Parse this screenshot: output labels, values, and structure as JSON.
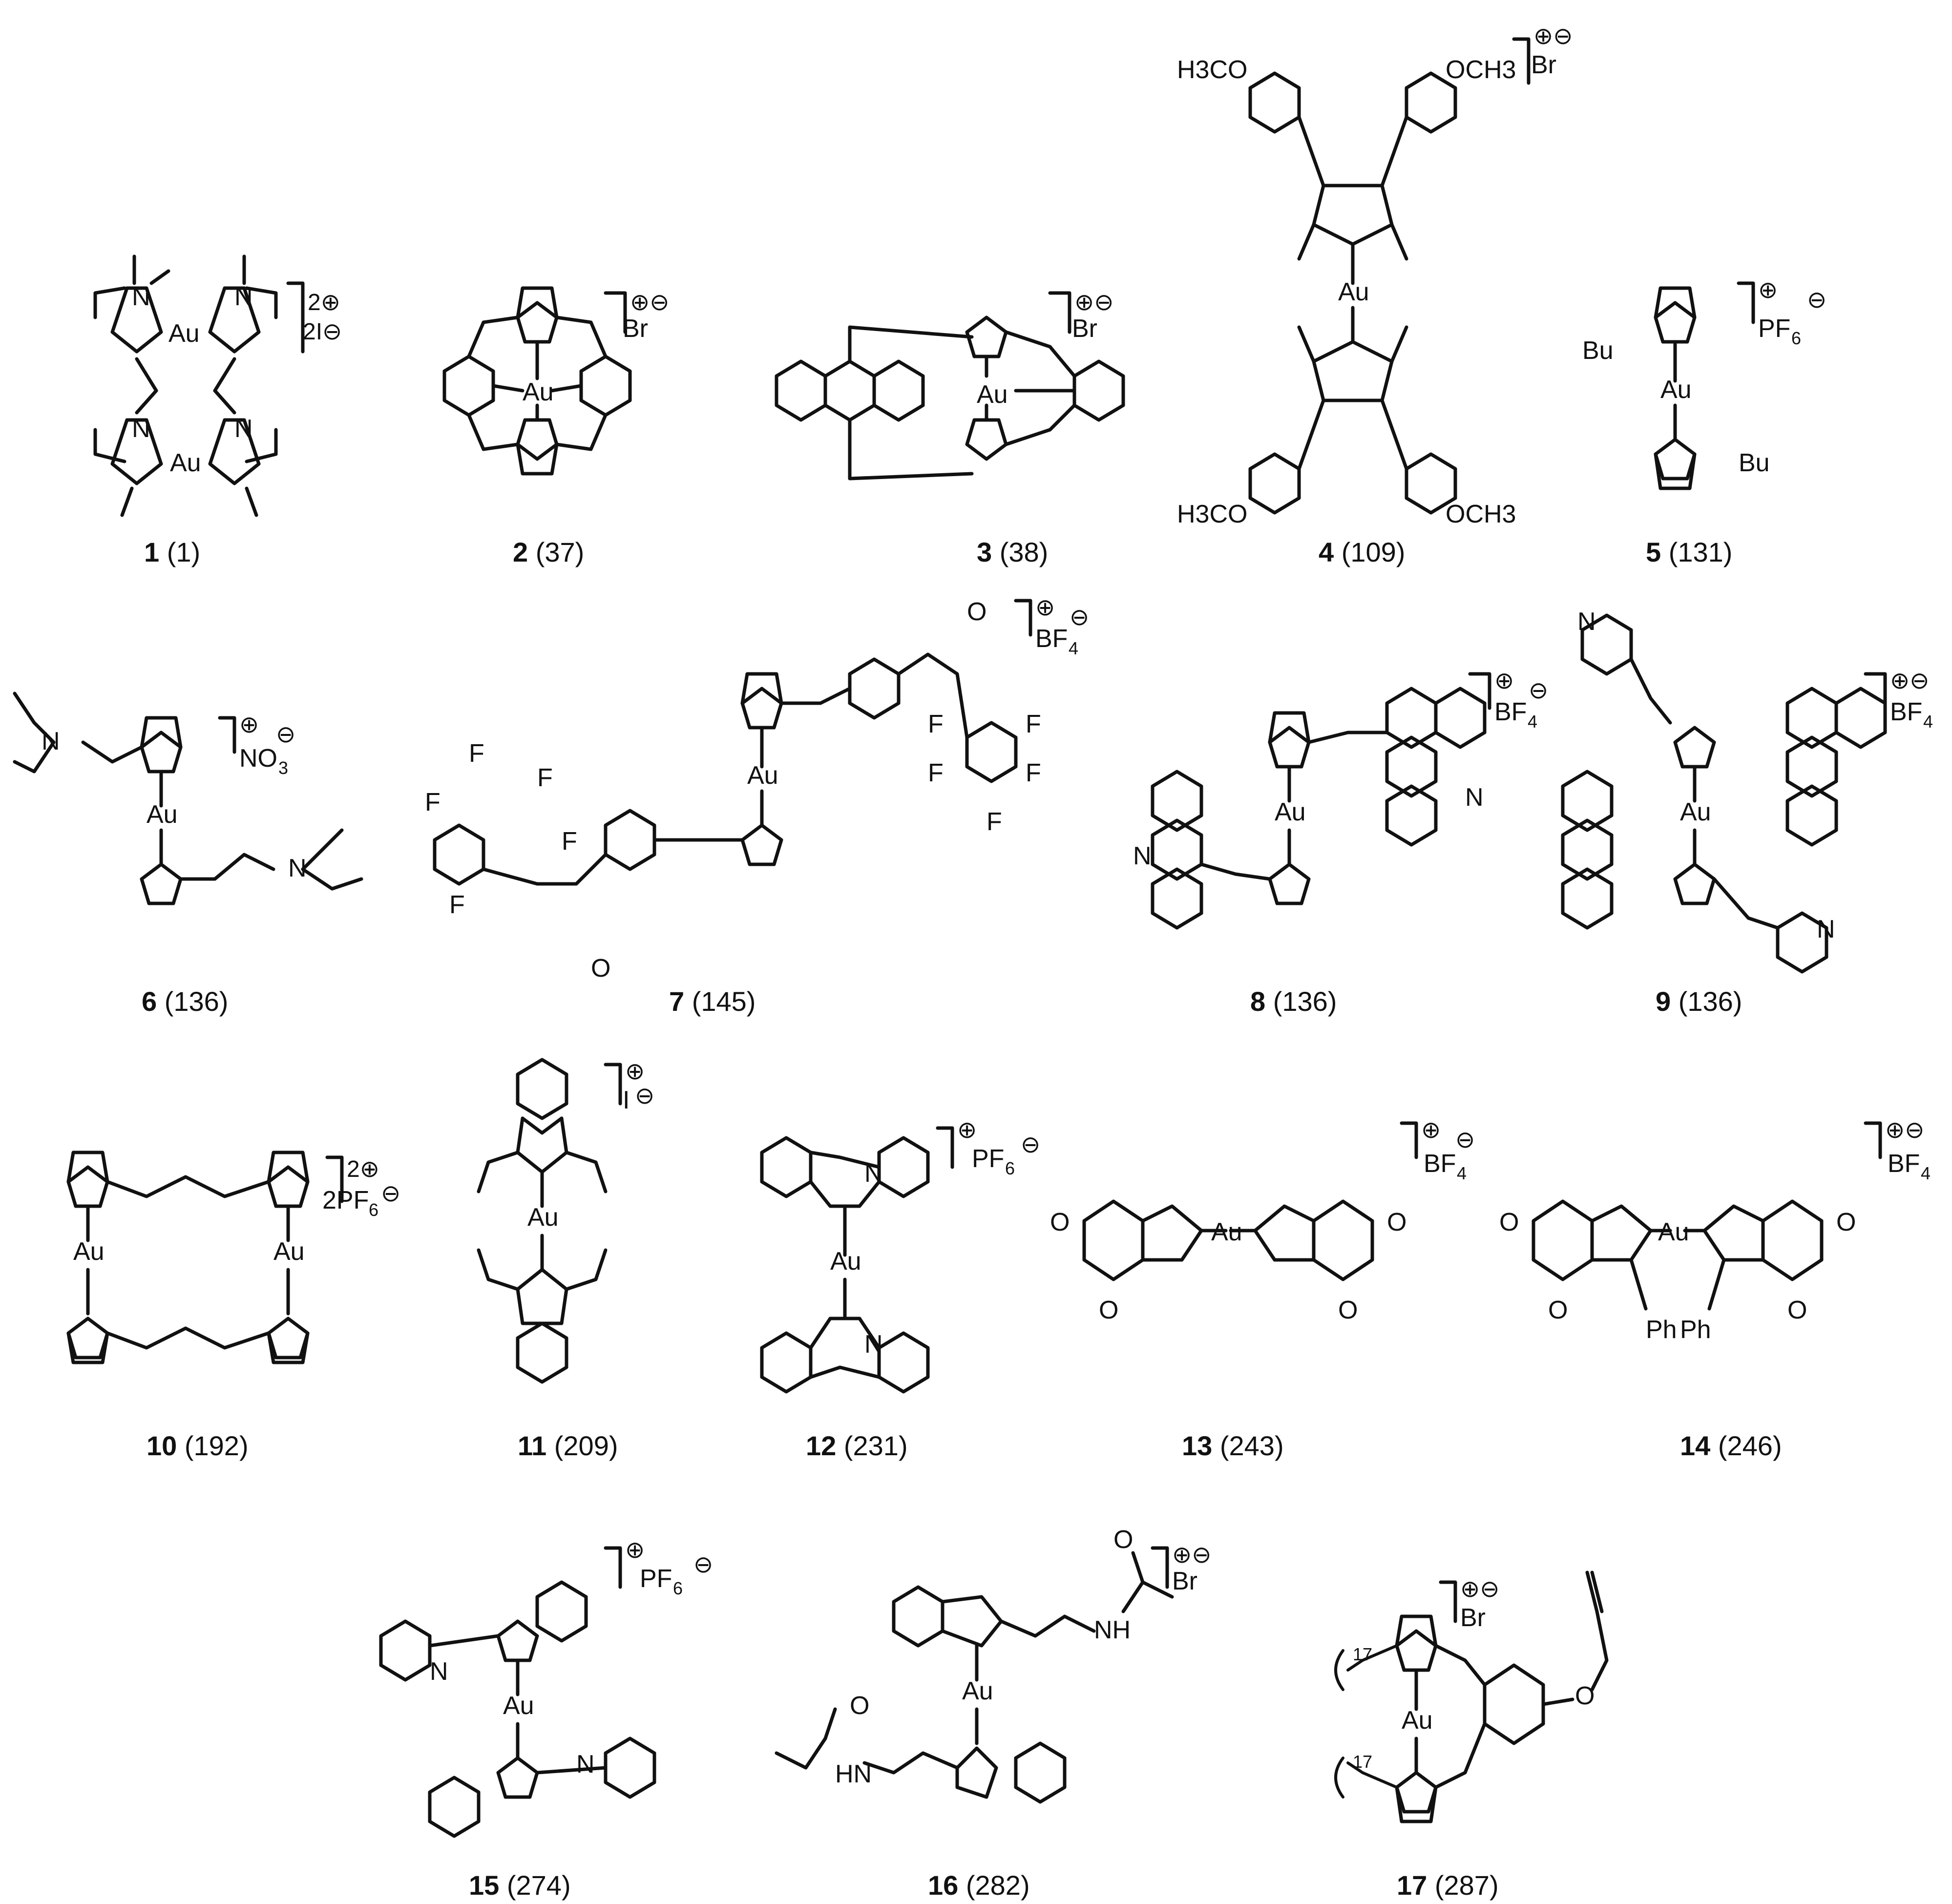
{
  "compounds": [
    {
      "num": "1",
      "ref": "(1)",
      "counterion": "2I",
      "charge": "2",
      "anion_sign": "⊖",
      "cation_sign": "⊕"
    },
    {
      "num": "2",
      "ref": "(37)",
      "counterion": "Br"
    },
    {
      "num": "3",
      "ref": "(38)",
      "counterion": "Br"
    },
    {
      "num": "4",
      "ref": "(109)",
      "counterion": "Br"
    },
    {
      "num": "5",
      "ref": "(131)",
      "counterion": "PF",
      "counterion_sub": "6"
    },
    {
      "num": "6",
      "ref": "(136)",
      "counterion": "NO",
      "counterion_sub": "3"
    },
    {
      "num": "7",
      "ref": "(145)",
      "counterion": "BF",
      "counterion_sub": "4"
    },
    {
      "num": "8",
      "ref": "(136)",
      "counterion": "BF",
      "counterion_sub": "4"
    },
    {
      "num": "9",
      "ref": "(136)",
      "counterion": "BF",
      "counterion_sub": "4"
    },
    {
      "num": "10",
      "ref": "(192)",
      "counterion": "2PF",
      "counterion_sub": "6",
      "charge": "2"
    },
    {
      "num": "11",
      "ref": "(209)",
      "counterion": "I"
    },
    {
      "num": "12",
      "ref": "(231)",
      "counterion": "PF",
      "counterion_sub": "6"
    },
    {
      "num": "13",
      "ref": "(243)",
      "counterion": "BF",
      "counterion_sub": "4"
    },
    {
      "num": "14",
      "ref": "(246)",
      "counterion": "BF",
      "counterion_sub": "4"
    },
    {
      "num": "15",
      "ref": "(274)",
      "counterion": "PF",
      "counterion_sub": "6"
    },
    {
      "num": "16",
      "ref": "(282)",
      "counterion": "Br"
    },
    {
      "num": "17",
      "ref": "(287)",
      "counterion": "Br"
    }
  ],
  "atoms": {
    "gold": "Au",
    "nitrogen": "N",
    "carbon": "C",
    "oxygen": "O",
    "fluorine": "F",
    "butyl": "Bu",
    "phenyl": "Ph",
    "methoxy_left": "H3CO",
    "methoxy_right": "OCH3",
    "nh": "NH",
    "hn": "HN",
    "chain_n": "17"
  },
  "signs": {
    "plus": "⊕",
    "minus": "⊖"
  }
}
